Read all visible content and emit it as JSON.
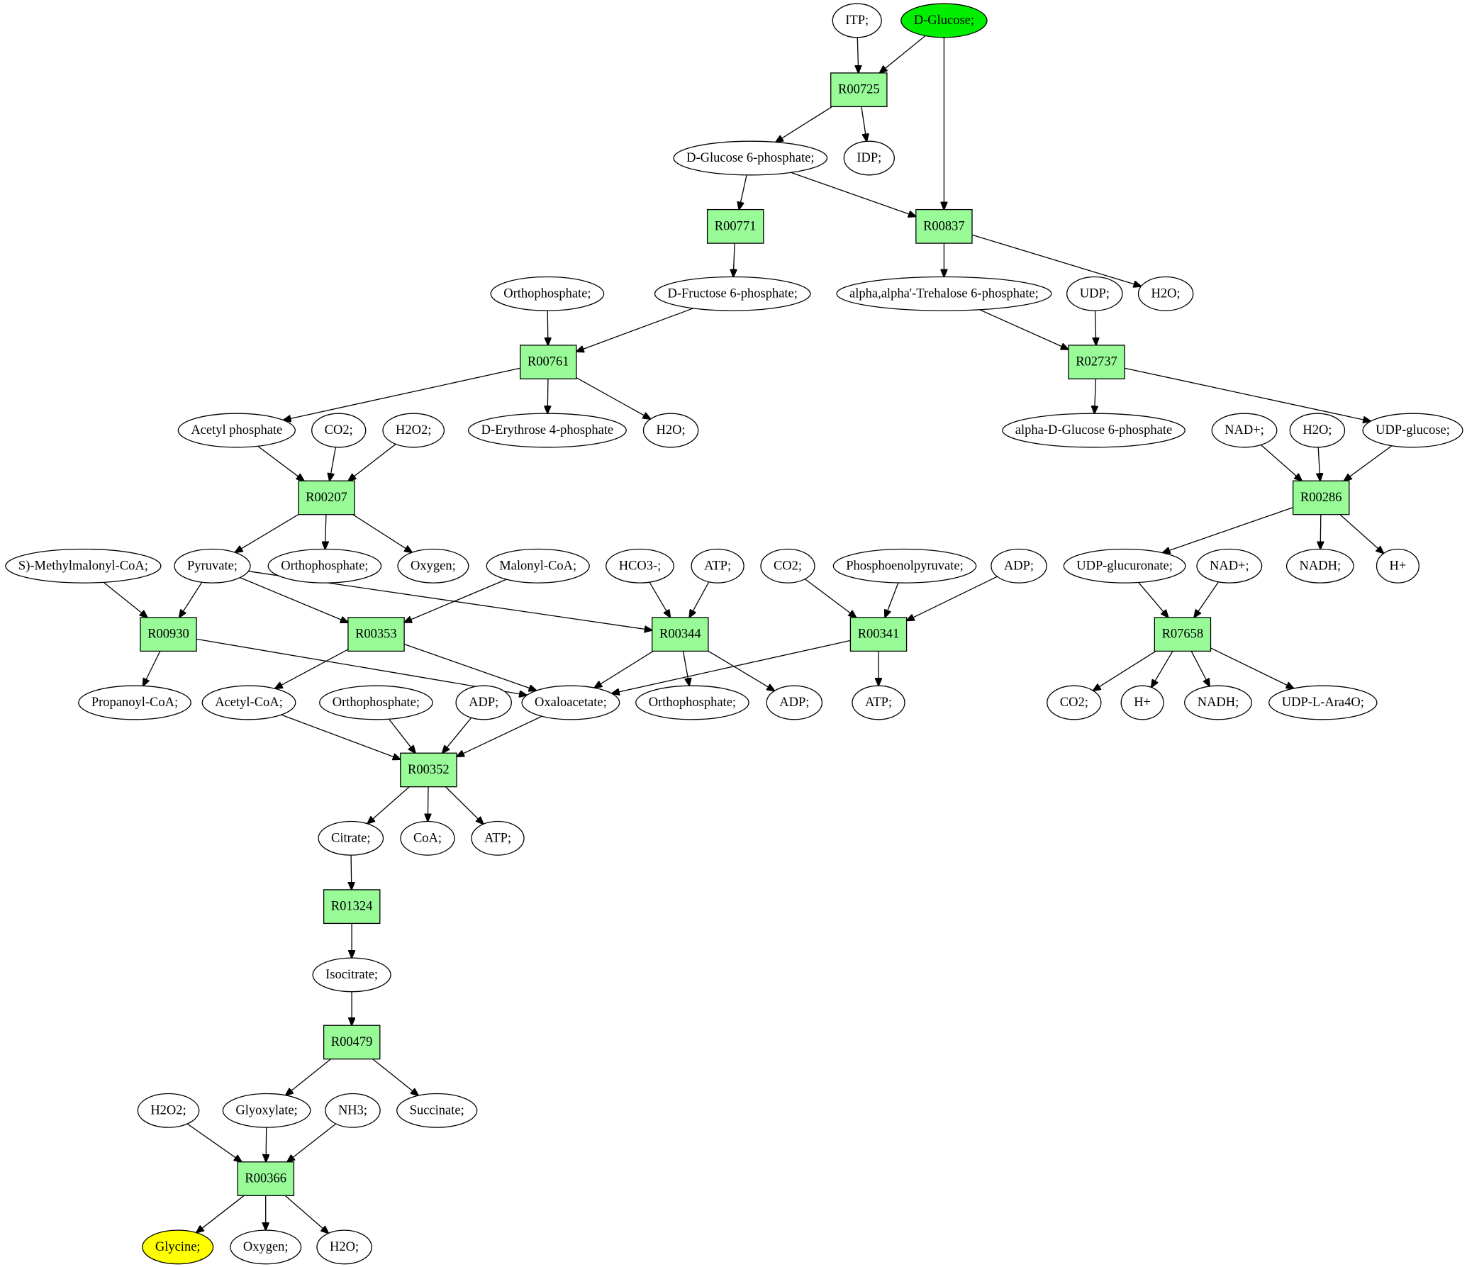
{
  "colors": {
    "reaction_fill": "#98fb98",
    "metabolite_fill": "#ffffff",
    "source_fill": "#00ee00",
    "target_fill": "#ffff00",
    "line": "#000000"
  },
  "reactions": [
    {
      "id": "R00725",
      "label": "R00725"
    },
    {
      "id": "R00771",
      "label": "R00771"
    },
    {
      "id": "R00837",
      "label": "R00837"
    },
    {
      "id": "R00761",
      "label": "R00761"
    },
    {
      "id": "R02737",
      "label": "R02737"
    },
    {
      "id": "R00207",
      "label": "R00207"
    },
    {
      "id": "R00286",
      "label": "R00286"
    },
    {
      "id": "R00930",
      "label": "R00930"
    },
    {
      "id": "R00353",
      "label": "R00353"
    },
    {
      "id": "R00344",
      "label": "R00344"
    },
    {
      "id": "R00341",
      "label": "R00341"
    },
    {
      "id": "R07658",
      "label": "R07658"
    },
    {
      "id": "R00352",
      "label": "R00352"
    },
    {
      "id": "R01324",
      "label": "R01324"
    },
    {
      "id": "R00479",
      "label": "R00479"
    },
    {
      "id": "R00366",
      "label": "R00366"
    }
  ],
  "metabolites": [
    {
      "id": "itp",
      "label": "ITP;"
    },
    {
      "id": "dglucose",
      "label": "D-Glucose;",
      "role": "source"
    },
    {
      "id": "g6p",
      "label": "D-Glucose 6-phosphate;"
    },
    {
      "id": "idp",
      "label": "IDP;"
    },
    {
      "id": "orthophos1",
      "label": "Orthophosphate;"
    },
    {
      "id": "f6p",
      "label": "D-Fructose 6-phosphate;"
    },
    {
      "id": "trehalose6p",
      "label": "alpha,alpha'-Trehalose 6-phosphate;"
    },
    {
      "id": "udp",
      "label": "UDP;"
    },
    {
      "id": "h2o_a",
      "label": "H2O;"
    },
    {
      "id": "acetylphos",
      "label": "Acetyl phosphate"
    },
    {
      "id": "co2_a",
      "label": "CO2;"
    },
    {
      "id": "h2o2_a",
      "label": "H2O2;"
    },
    {
      "id": "e4p",
      "label": "D-Erythrose 4-phosphate"
    },
    {
      "id": "h2o_b",
      "label": "H2O;"
    },
    {
      "id": "adg6p",
      "label": "alpha-D-Glucose 6-phosphate"
    },
    {
      "id": "nadp_a",
      "label": "NAD+;"
    },
    {
      "id": "h2o_c",
      "label": "H2O;"
    },
    {
      "id": "udpglucose",
      "label": "UDP-glucose;"
    },
    {
      "id": "methylmalonyl",
      "label": "S)-Methylmalonyl-CoA;"
    },
    {
      "id": "pyruvate",
      "label": "Pyruvate;"
    },
    {
      "id": "orthophos2",
      "label": "Orthophosphate;"
    },
    {
      "id": "oxygen_a",
      "label": "Oxygen;"
    },
    {
      "id": "malonyl",
      "label": "Malonyl-CoA;"
    },
    {
      "id": "hco3",
      "label": "HCO3-;"
    },
    {
      "id": "atp_a",
      "label": "ATP;"
    },
    {
      "id": "co2_b",
      "label": "CO2;"
    },
    {
      "id": "pep",
      "label": "Phosphoenolpyruvate;"
    },
    {
      "id": "adp_a",
      "label": "ADP;"
    },
    {
      "id": "udpglucuronate",
      "label": "UDP-glucuronate;"
    },
    {
      "id": "nadp_b",
      "label": "NAD+;"
    },
    {
      "id": "nadh_a",
      "label": "NADH;"
    },
    {
      "id": "hplus_a",
      "label": "H+"
    },
    {
      "id": "propanoyl",
      "label": "Propanoyl-CoA;"
    },
    {
      "id": "acetylcoa",
      "label": "Acetyl-CoA;"
    },
    {
      "id": "orthophos3",
      "label": "Orthophosphate;"
    },
    {
      "id": "adp_b",
      "label": "ADP;"
    },
    {
      "id": "oxaloacetate",
      "label": "Oxaloacetate;"
    },
    {
      "id": "orthophos4",
      "label": "Orthophosphate;"
    },
    {
      "id": "adp_c",
      "label": "ADP;"
    },
    {
      "id": "atp_b",
      "label": "ATP;"
    },
    {
      "id": "co2_c",
      "label": "CO2;"
    },
    {
      "id": "hplus_b",
      "label": "H+"
    },
    {
      "id": "nadh_b",
      "label": "NADH;"
    },
    {
      "id": "udparabinose",
      "label": "UDP-L-Ara4O;"
    },
    {
      "id": "citrate",
      "label": "Citrate;"
    },
    {
      "id": "coa",
      "label": "CoA;"
    },
    {
      "id": "atp_c",
      "label": "ATP;"
    },
    {
      "id": "isocitrate",
      "label": "Isocitrate;"
    },
    {
      "id": "h2o2_b",
      "label": "H2O2;"
    },
    {
      "id": "glyoxylate",
      "label": "Glyoxylate;"
    },
    {
      "id": "nh3",
      "label": "NH3;"
    },
    {
      "id": "succinate",
      "label": "Succinate;"
    },
    {
      "id": "glycine",
      "label": "Glycine;",
      "role": "target"
    },
    {
      "id": "oxygen_b",
      "label": "Oxygen;"
    },
    {
      "id": "h2o_d",
      "label": "H2O;"
    }
  ],
  "edges": [
    [
      "itp",
      "R00725"
    ],
    [
      "dglucose",
      "R00725"
    ],
    [
      "R00725",
      "g6p"
    ],
    [
      "R00725",
      "idp"
    ],
    [
      "dglucose",
      "R00837"
    ],
    [
      "g6p",
      "R00837"
    ],
    [
      "R00837",
      "trehalose6p"
    ],
    [
      "R00837",
      "h2o_a"
    ],
    [
      "g6p",
      "R00771"
    ],
    [
      "R00771",
      "f6p"
    ],
    [
      "orthophos1",
      "R00761"
    ],
    [
      "f6p",
      "R00761"
    ],
    [
      "R00761",
      "acetylphos"
    ],
    [
      "R00761",
      "e4p"
    ],
    [
      "R00761",
      "h2o_b"
    ],
    [
      "trehalose6p",
      "R02737"
    ],
    [
      "udp",
      "R02737"
    ],
    [
      "R02737",
      "adg6p"
    ],
    [
      "R02737",
      "udpglucose"
    ],
    [
      "acetylphos",
      "R00207"
    ],
    [
      "co2_a",
      "R00207"
    ],
    [
      "h2o2_a",
      "R00207"
    ],
    [
      "R00207",
      "pyruvate"
    ],
    [
      "R00207",
      "orthophos2"
    ],
    [
      "R00207",
      "oxygen_a"
    ],
    [
      "nadp_a",
      "R00286"
    ],
    [
      "h2o_c",
      "R00286"
    ],
    [
      "udpglucose",
      "R00286"
    ],
    [
      "R00286",
      "udpglucuronate"
    ],
    [
      "R00286",
      "nadh_a"
    ],
    [
      "R00286",
      "hplus_a"
    ],
    [
      "methylmalonyl",
      "R00930"
    ],
    [
      "pyruvate",
      "R00930"
    ],
    [
      "R00930",
      "propanoyl"
    ],
    [
      "R00930",
      "oxaloacetate"
    ],
    [
      "pyruvate",
      "R00353"
    ],
    [
      "malonyl",
      "R00353"
    ],
    [
      "R00353",
      "acetylcoa"
    ],
    [
      "R00353",
      "oxaloacetate"
    ],
    [
      "pyruvate",
      "R00344"
    ],
    [
      "hco3",
      "R00344"
    ],
    [
      "atp_a",
      "R00344"
    ],
    [
      "R00344",
      "oxaloacetate"
    ],
    [
      "R00344",
      "orthophos4"
    ],
    [
      "R00344",
      "adp_c"
    ],
    [
      "co2_b",
      "R00341"
    ],
    [
      "pep",
      "R00341"
    ],
    [
      "adp_a",
      "R00341"
    ],
    [
      "R00341",
      "oxaloacetate"
    ],
    [
      "R00341",
      "atp_b"
    ],
    [
      "udpglucuronate",
      "R07658"
    ],
    [
      "nadp_b",
      "R07658"
    ],
    [
      "R07658",
      "co2_c"
    ],
    [
      "R07658",
      "hplus_b"
    ],
    [
      "R07658",
      "nadh_b"
    ],
    [
      "R07658",
      "udparabinose"
    ],
    [
      "acetylcoa",
      "R00352"
    ],
    [
      "orthophos3",
      "R00352"
    ],
    [
      "adp_b",
      "R00352"
    ],
    [
      "oxaloacetate",
      "R00352"
    ],
    [
      "R00352",
      "citrate"
    ],
    [
      "R00352",
      "coa"
    ],
    [
      "R00352",
      "atp_c"
    ],
    [
      "citrate",
      "R01324"
    ],
    [
      "R01324",
      "isocitrate"
    ],
    [
      "isocitrate",
      "R00479"
    ],
    [
      "R00479",
      "glyoxylate"
    ],
    [
      "R00479",
      "succinate"
    ],
    [
      "h2o2_b",
      "R00366"
    ],
    [
      "glyoxylate",
      "R00366"
    ],
    [
      "nh3",
      "R00366"
    ],
    [
      "R00366",
      "glycine"
    ],
    [
      "R00366",
      "oxygen_b"
    ],
    [
      "R00366",
      "h2o_d"
    ]
  ]
}
